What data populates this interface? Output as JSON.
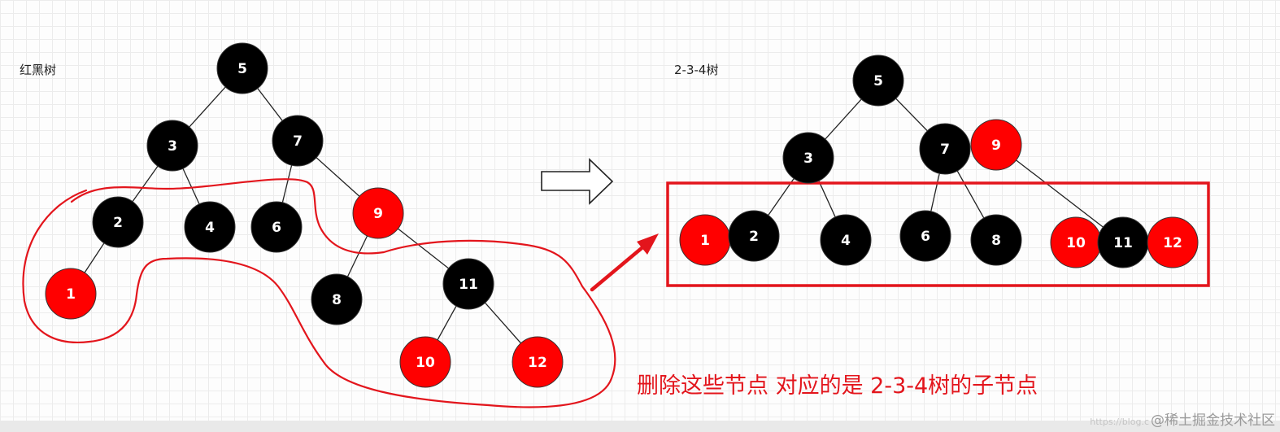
{
  "left_title": "红黑树",
  "right_title": "2-3-4树",
  "caption": "删除这些节点 对应的是 2-3-4树的子节点",
  "watermark": {
    "faint": "https://blog.c",
    "main": "@稀土掘金技术社区"
  },
  "colors": {
    "black_node": "#000000",
    "red_node": "#ff0000",
    "annotation": "#e3151c",
    "edge": "#222222"
  },
  "red_black_tree": {
    "nodes": [
      {
        "id": "5",
        "label": "5",
        "color": "black"
      },
      {
        "id": "3",
        "label": "3",
        "color": "black"
      },
      {
        "id": "7",
        "label": "7",
        "color": "black"
      },
      {
        "id": "2",
        "label": "2",
        "color": "black"
      },
      {
        "id": "4",
        "label": "4",
        "color": "black"
      },
      {
        "id": "6",
        "label": "6",
        "color": "black"
      },
      {
        "id": "9",
        "label": "9",
        "color": "red"
      },
      {
        "id": "1",
        "label": "1",
        "color": "red"
      },
      {
        "id": "8",
        "label": "8",
        "color": "black"
      },
      {
        "id": "11",
        "label": "11",
        "color": "black"
      },
      {
        "id": "10",
        "label": "10",
        "color": "red"
      },
      {
        "id": "12",
        "label": "12",
        "color": "red"
      }
    ],
    "edges": [
      [
        "5",
        "3"
      ],
      [
        "5",
        "7"
      ],
      [
        "3",
        "2"
      ],
      [
        "3",
        "4"
      ],
      [
        "7",
        "6"
      ],
      [
        "7",
        "9"
      ],
      [
        "2",
        "1"
      ],
      [
        "9",
        "8"
      ],
      [
        "9",
        "11"
      ],
      [
        "11",
        "10"
      ],
      [
        "11",
        "12"
      ]
    ]
  },
  "tree_234": {
    "nodes": [
      {
        "id": "5",
        "label": "5",
        "color": "black"
      },
      {
        "id": "3",
        "label": "3",
        "color": "black"
      },
      {
        "id": "7",
        "label": "7",
        "color": "black"
      },
      {
        "id": "9",
        "label": "9",
        "color": "red"
      },
      {
        "id": "1",
        "label": "1",
        "color": "red"
      },
      {
        "id": "2",
        "label": "2",
        "color": "black"
      },
      {
        "id": "4",
        "label": "4",
        "color": "black"
      },
      {
        "id": "6",
        "label": "6",
        "color": "black"
      },
      {
        "id": "8",
        "label": "8",
        "color": "black"
      },
      {
        "id": "10",
        "label": "10",
        "color": "red"
      },
      {
        "id": "11",
        "label": "11",
        "color": "black"
      },
      {
        "id": "12",
        "label": "12",
        "color": "red"
      }
    ],
    "edges": [
      [
        "5",
        "3"
      ],
      [
        "5",
        "7"
      ],
      [
        "3",
        "2"
      ],
      [
        "3",
        "4"
      ],
      [
        "7",
        "6"
      ],
      [
        "7",
        "8"
      ],
      [
        "9",
        "11"
      ]
    ]
  }
}
